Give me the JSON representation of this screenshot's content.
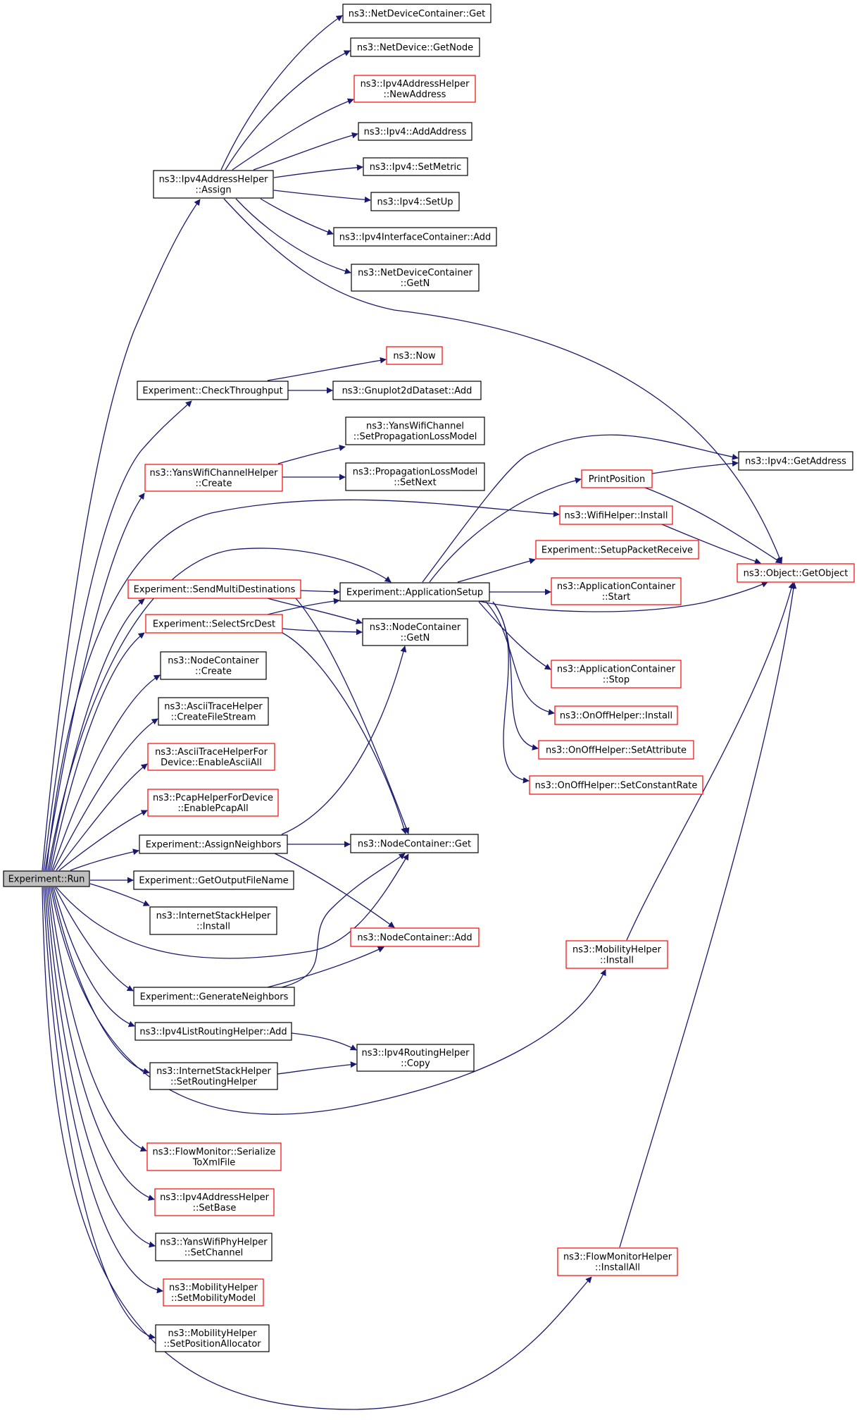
{
  "nodes": [
    {
      "id": "run",
      "lines": [
        "Experiment::Run"
      ],
      "style": "root"
    },
    {
      "id": "assign",
      "lines": [
        "ns3::Ipv4AddressHelper",
        "::Assign"
      ],
      "style": "black"
    },
    {
      "id": "ndc_get",
      "lines": [
        "ns3::NetDeviceContainer::Get"
      ],
      "style": "black"
    },
    {
      "id": "nd_getnode",
      "lines": [
        "ns3::NetDevice::GetNode"
      ],
      "style": "black"
    },
    {
      "id": "newaddress",
      "lines": [
        "ns3::Ipv4AddressHelper",
        "::NewAddress"
      ],
      "style": "red"
    },
    {
      "id": "ipv4_addaddress",
      "lines": [
        "ns3::Ipv4::AddAddress"
      ],
      "style": "black"
    },
    {
      "id": "ipv4_setmetric",
      "lines": [
        "ns3::Ipv4::SetMetric"
      ],
      "style": "black"
    },
    {
      "id": "ipv4_setup",
      "lines": [
        "ns3::Ipv4::SetUp"
      ],
      "style": "black"
    },
    {
      "id": "ipv4ic_add",
      "lines": [
        "ns3::Ipv4InterfaceContainer::Add"
      ],
      "style": "black"
    },
    {
      "id": "ndc_getn",
      "lines": [
        "ns3::NetDeviceContainer",
        "::GetN"
      ],
      "style": "black"
    },
    {
      "id": "now",
      "lines": [
        "ns3::Now"
      ],
      "style": "red"
    },
    {
      "id": "checkthroughput",
      "lines": [
        "Experiment::CheckThroughput"
      ],
      "style": "black"
    },
    {
      "id": "gnuplot_add",
      "lines": [
        "ns3::Gnuplot2dDataset::Add"
      ],
      "style": "black"
    },
    {
      "id": "yans_setprop",
      "lines": [
        "ns3::YansWifiChannel",
        "::SetPropagationLossModel"
      ],
      "style": "black"
    },
    {
      "id": "yanschannelhelper_create",
      "lines": [
        "ns3::YansWifiChannelHelper",
        "::Create"
      ],
      "style": "red"
    },
    {
      "id": "prop_setnext",
      "lines": [
        "ns3::PropagationLossModel",
        "::SetNext"
      ],
      "style": "black"
    },
    {
      "id": "ipv4_getaddress",
      "lines": [
        "ns3::Ipv4::GetAddress"
      ],
      "style": "black"
    },
    {
      "id": "printposition",
      "lines": [
        "PrintPosition"
      ],
      "style": "red"
    },
    {
      "id": "wifihelper_install",
      "lines": [
        "ns3::WifiHelper::Install"
      ],
      "style": "red"
    },
    {
      "id": "setuppacketreceive",
      "lines": [
        "Experiment::SetupPacketReceive"
      ],
      "style": "red"
    },
    {
      "id": "object_getobject",
      "lines": [
        "ns3::Object::GetObject"
      ],
      "style": "red"
    },
    {
      "id": "sendmulti",
      "lines": [
        "Experiment::SendMultiDestinations"
      ],
      "style": "red"
    },
    {
      "id": "appsetup",
      "lines": [
        "Experiment::ApplicationSetup"
      ],
      "style": "black"
    },
    {
      "id": "appcontainer_start",
      "lines": [
        "ns3::ApplicationContainer",
        "::Start"
      ],
      "style": "red"
    },
    {
      "id": "selectsrcdest",
      "lines": [
        "Experiment::SelectSrcDest"
      ],
      "style": "red"
    },
    {
      "id": "nc_getn",
      "lines": [
        "ns3::NodeContainer",
        "::GetN"
      ],
      "style": "black"
    },
    {
      "id": "nc_create",
      "lines": [
        "ns3::NodeContainer",
        "::Create"
      ],
      "style": "black"
    },
    {
      "id": "appcontainer_stop",
      "lines": [
        "ns3::ApplicationContainer",
        "::Stop"
      ],
      "style": "red"
    },
    {
      "id": "ascii_createfilestream",
      "lines": [
        "ns3::AsciiTraceHelper",
        "::CreateFileStream"
      ],
      "style": "black"
    },
    {
      "id": "onoff_install",
      "lines": [
        "ns3::OnOffHelper::Install"
      ],
      "style": "red"
    },
    {
      "id": "ascii_enableasciiall",
      "lines": [
        "ns3::AsciiTraceHelperFor",
        "Device::EnableAsciiAll"
      ],
      "style": "red"
    },
    {
      "id": "onoff_setattribute",
      "lines": [
        "ns3::OnOffHelper::SetAttribute"
      ],
      "style": "red"
    },
    {
      "id": "onoff_setconstantrate",
      "lines": [
        "ns3::OnOffHelper::SetConstantRate"
      ],
      "style": "red"
    },
    {
      "id": "pcap_enablepcapall",
      "lines": [
        "ns3::PcapHelperForDevice",
        "::EnablePcapAll"
      ],
      "style": "red"
    },
    {
      "id": "assignneighbors",
      "lines": [
        "Experiment::AssignNeighbors"
      ],
      "style": "black"
    },
    {
      "id": "nc_get",
      "lines": [
        "ns3::NodeContainer::Get"
      ],
      "style": "black"
    },
    {
      "id": "getoutputfilename",
      "lines": [
        "Experiment::GetOutputFileName"
      ],
      "style": "black"
    },
    {
      "id": "internetstack_install",
      "lines": [
        "ns3::InternetStackHelper",
        "::Install"
      ],
      "style": "black"
    },
    {
      "id": "nc_add",
      "lines": [
        "ns3::NodeContainer::Add"
      ],
      "style": "red"
    },
    {
      "id": "mobility_install",
      "lines": [
        "ns3::MobilityHelper",
        "::Install"
      ],
      "style": "red"
    },
    {
      "id": "generateneighbors",
      "lines": [
        "Experiment::GenerateNeighbors"
      ],
      "style": "black"
    },
    {
      "id": "ipv4listrouting_add",
      "lines": [
        "ns3::Ipv4ListRoutingHelper::Add"
      ],
      "style": "black"
    },
    {
      "id": "ipv4routing_copy",
      "lines": [
        "ns3::Ipv4RoutingHelper",
        "::Copy"
      ],
      "style": "black"
    },
    {
      "id": "internetstack_setrouting",
      "lines": [
        "ns3::InternetStackHelper",
        "::SetRoutingHelper"
      ],
      "style": "black"
    },
    {
      "id": "flowmonitor_serialize",
      "lines": [
        "ns3::FlowMonitor::Serialize",
        "ToXmlFile"
      ],
      "style": "red"
    },
    {
      "id": "ipv4address_setbase",
      "lines": [
        "ns3::Ipv4AddressHelper",
        "::SetBase"
      ],
      "style": "red"
    },
    {
      "id": "yansphy_setchannel",
      "lines": [
        "ns3::YansWifiPhyHelper",
        "::SetChannel"
      ],
      "style": "black"
    },
    {
      "id": "flowmonitor_installall",
      "lines": [
        "ns3::FlowMonitorHelper",
        "::InstallAll"
      ],
      "style": "red"
    },
    {
      "id": "mobility_setmodel",
      "lines": [
        "ns3::MobilityHelper",
        "::SetMobilityModel"
      ],
      "style": "red"
    },
    {
      "id": "mobility_setposalloc",
      "lines": [
        "ns3::MobilityHelper",
        "::SetPositionAllocator"
      ],
      "style": "black"
    }
  ],
  "edges": [
    [
      "run",
      "assign"
    ],
    [
      "run",
      "checkthroughput"
    ],
    [
      "run",
      "yanschannelhelper_create"
    ],
    [
      "run",
      "wifihelper_install"
    ],
    [
      "run",
      "appsetup"
    ],
    [
      "run",
      "sendmulti"
    ],
    [
      "run",
      "selectsrcdest"
    ],
    [
      "run",
      "nc_create"
    ],
    [
      "run",
      "ascii_createfilestream"
    ],
    [
      "run",
      "ascii_enableasciiall"
    ],
    [
      "run",
      "pcap_enablepcapall"
    ],
    [
      "run",
      "assignneighbors"
    ],
    [
      "run",
      "getoutputfilename"
    ],
    [
      "run",
      "internetstack_install"
    ],
    [
      "run",
      "nc_get"
    ],
    [
      "run",
      "generateneighbors"
    ],
    [
      "run",
      "ipv4listrouting_add"
    ],
    [
      "run",
      "internetstack_setrouting"
    ],
    [
      "run",
      "mobility_install"
    ],
    [
      "run",
      "flowmonitor_serialize"
    ],
    [
      "run",
      "ipv4address_setbase"
    ],
    [
      "run",
      "yansphy_setchannel"
    ],
    [
      "run",
      "mobility_setmodel"
    ],
    [
      "run",
      "mobility_setposalloc"
    ],
    [
      "run",
      "flowmonitor_installall"
    ],
    [
      "assign",
      "ndc_get"
    ],
    [
      "assign",
      "nd_getnode"
    ],
    [
      "assign",
      "newaddress"
    ],
    [
      "assign",
      "ipv4_addaddress"
    ],
    [
      "assign",
      "ipv4_setmetric"
    ],
    [
      "assign",
      "ipv4_setup"
    ],
    [
      "assign",
      "ipv4ic_add"
    ],
    [
      "assign",
      "ndc_getn"
    ],
    [
      "assign",
      "object_getobject"
    ],
    [
      "checkthroughput",
      "now"
    ],
    [
      "checkthroughput",
      "gnuplot_add"
    ],
    [
      "yanschannelhelper_create",
      "yans_setprop"
    ],
    [
      "yanschannelhelper_create",
      "prop_setnext"
    ],
    [
      "appsetup",
      "ipv4_getaddress"
    ],
    [
      "appsetup",
      "printposition"
    ],
    [
      "appsetup",
      "setuppacketreceive"
    ],
    [
      "appsetup",
      "appcontainer_start"
    ],
    [
      "appsetup",
      "object_getobject"
    ],
    [
      "appsetup",
      "appcontainer_stop"
    ],
    [
      "appsetup",
      "onoff_install"
    ],
    [
      "appsetup",
      "onoff_setattribute"
    ],
    [
      "appsetup",
      "onoff_setconstantrate"
    ],
    [
      "printposition",
      "ipv4_getaddress"
    ],
    [
      "printposition",
      "object_getobject"
    ],
    [
      "wifihelper_install",
      "object_getobject"
    ],
    [
      "sendmulti",
      "appsetup"
    ],
    [
      "sendmulti",
      "nc_getn"
    ],
    [
      "sendmulti",
      "nc_get"
    ],
    [
      "selectsrcdest",
      "appsetup"
    ],
    [
      "selectsrcdest",
      "nc_getn"
    ],
    [
      "selectsrcdest",
      "nc_get"
    ],
    [
      "assignneighbors",
      "nc_getn"
    ],
    [
      "assignneighbors",
      "nc_get"
    ],
    [
      "assignneighbors",
      "nc_add"
    ],
    [
      "generateneighbors",
      "nc_get"
    ],
    [
      "generateneighbors",
      "nc_add"
    ],
    [
      "ipv4listrouting_add",
      "ipv4routing_copy"
    ],
    [
      "internetstack_setrouting",
      "ipv4routing_copy"
    ],
    [
      "mobility_install",
      "object_getobject"
    ],
    [
      "flowmonitor_installall",
      "object_getobject"
    ]
  ]
}
